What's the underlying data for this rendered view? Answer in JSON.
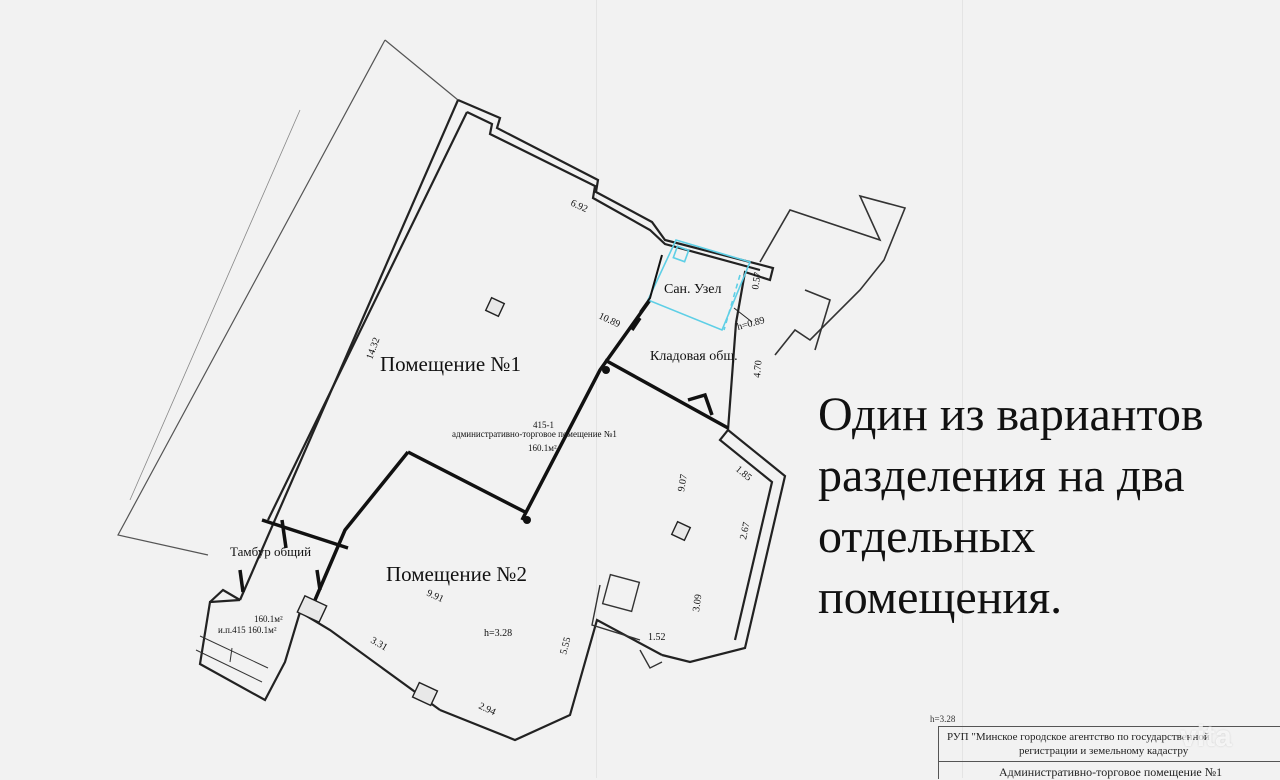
{
  "plan": {
    "room1_label": "Помещение №1",
    "room2_label": "Помещение №2",
    "bathroom_label": "Сан. Узел",
    "storage_label": "Кладовая общ.",
    "vestibule_label": "Тамбур общий",
    "room_code": "415-1",
    "room_desc": "административно-торговое помещение №1",
    "room_area": "160.1м²",
    "ceiling_height": "h=3.28",
    "bath_height": "h=0.89",
    "side_area_1": "160.1м²",
    "side_area_2": "и.п.415  160.1м²",
    "dims": {
      "d1432": "14.32",
      "d692": "6.92",
      "d057": "0.57",
      "d1089": "10.89",
      "d470": "4.70",
      "d907": "9.07",
      "d185": "1.85",
      "d267": "2.67",
      "d309": "3.09",
      "d152": "1.52",
      "d555": "5.55",
      "d294": "2.94",
      "d331": "3.31",
      "d991": "9.91"
    }
  },
  "caption": {
    "line1": "Один из вариантов",
    "line2": "разделения на два",
    "line3": "отдельных",
    "line4": "помещения."
  },
  "stamp": {
    "height": "h=3.28",
    "line1": "РУП \"Минское городское агентство по государственной",
    "line2": "регистрации и земельному кадастру",
    "line3": "Административно-торговое помещение №1"
  },
  "watermark": "vita"
}
